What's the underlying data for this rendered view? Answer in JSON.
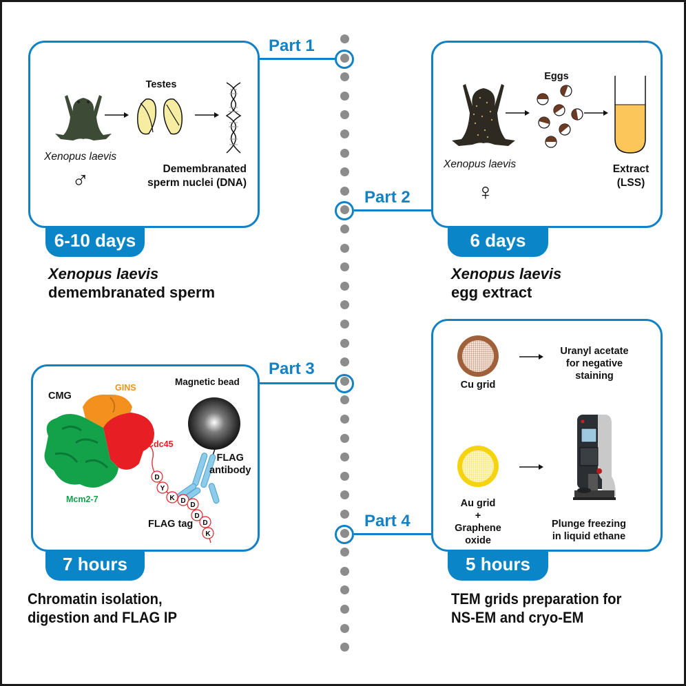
{
  "figure": {
    "accent_color": "#1282c5",
    "timeline_dot_color": "#8c8c8c"
  },
  "parts": [
    {
      "label": "Part 1",
      "duration": "6-10 days",
      "caption_italic": "Xenopus laevis",
      "caption_rest": "demembranated sperm",
      "content": {
        "organism": "Xenopus laevis",
        "sex_symbol": "♂",
        "organ_label": "Testes",
        "product_label_line1": "Demembranated",
        "product_label_line2": "sperm nuclei (DNA)",
        "icons": [
          "male-frog-image",
          "testes-icon",
          "dna-helix-icon"
        ]
      }
    },
    {
      "label": "Part 2",
      "duration": "6 days",
      "caption_italic": "Xenopus laevis",
      "caption_rest": "egg extract",
      "content": {
        "organism": "Xenopus laevis",
        "sex_symbol": "♀",
        "eggs_label": "Eggs",
        "product_label_line1": "Extract",
        "product_label_line2": "(LSS)",
        "icons": [
          "female-frog-image",
          "eggs-icon",
          "test-tube-icon"
        ]
      }
    },
    {
      "label": "Part 3",
      "duration": "7 hours",
      "caption_line1": "Chromatin isolation,",
      "caption_line2": "digestion and FLAG IP",
      "content": {
        "complex_label": "CMG",
        "gins_label": "GINS",
        "cdc45_label": "Cdc45",
        "mcm_label": "Mcm2-7",
        "bead_label": "Magnetic bead",
        "antibody_label_line1": "FLAG",
        "antibody_label_line2": "antibody",
        "tag_label": "FLAG tag",
        "tag_residues": [
          "D",
          "Y",
          "K",
          "D",
          "D",
          "D",
          "D",
          "K"
        ],
        "colors": {
          "gins": "#f4901e",
          "cdc45": "#e81e25",
          "mcm": "#13a24a",
          "antibody": "#8ccbea"
        }
      }
    },
    {
      "label": "Part 4",
      "duration": "5 hours",
      "caption_line1": "TEM grids preparation for",
      "caption_line2": "NS-EM and cryo-EM",
      "content": {
        "cu_grid_label": "Cu grid",
        "cu_result_line1": "Uranyl acetate",
        "cu_result_line2": "for negative",
        "cu_result_line3": "staining",
        "au_grid_line1": "Au grid",
        "au_grid_line2": "+",
        "au_grid_line3": "Graphene",
        "au_grid_line4": "oxide",
        "au_result_line1": "Plunge freezing",
        "au_result_line2": "in liquid ethane",
        "colors": {
          "cu": "#a0603a",
          "au": "#f5d30f"
        }
      }
    }
  ]
}
